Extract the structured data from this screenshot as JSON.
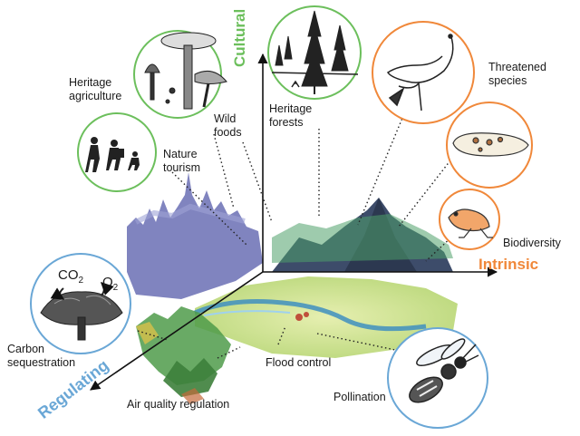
{
  "axes": {
    "cultural": "Cultural",
    "intrinsic": "Intrinsic",
    "regulating": "Regulating"
  },
  "labels": {
    "heritage_agriculture_1": "Heritage",
    "heritage_agriculture_2": "agriculture",
    "wild_foods_1": "Wild",
    "wild_foods_2": "foods",
    "nature_tourism_1": "Nature",
    "nature_tourism_2": "tourism",
    "heritage_forests_1": "Heritage",
    "heritage_forests_2": "forests",
    "threatened_species_1": "Threatened",
    "threatened_species_2": "species",
    "biodiversity": "Biodiversity",
    "carbon_sequestration_1": "Carbon",
    "carbon_sequestration_2": "sequestration",
    "flood_control": "Flood control",
    "air_quality_regulation": "Air quality regulation",
    "pollination": "Pollination",
    "co2": "CO",
    "o2": "O",
    "sub2": "2"
  },
  "colors": {
    "cultural": "#6cbf5c",
    "intrinsic": "#f0883a",
    "regulating": "#6aa7d6",
    "axis": "#111111"
  },
  "icons": [
    "mushrooms-icon",
    "hikers-icon",
    "forest-icon",
    "heron-icon",
    "beetle-larva-icon",
    "frog-icon",
    "tree-icon",
    "bee-icon"
  ]
}
